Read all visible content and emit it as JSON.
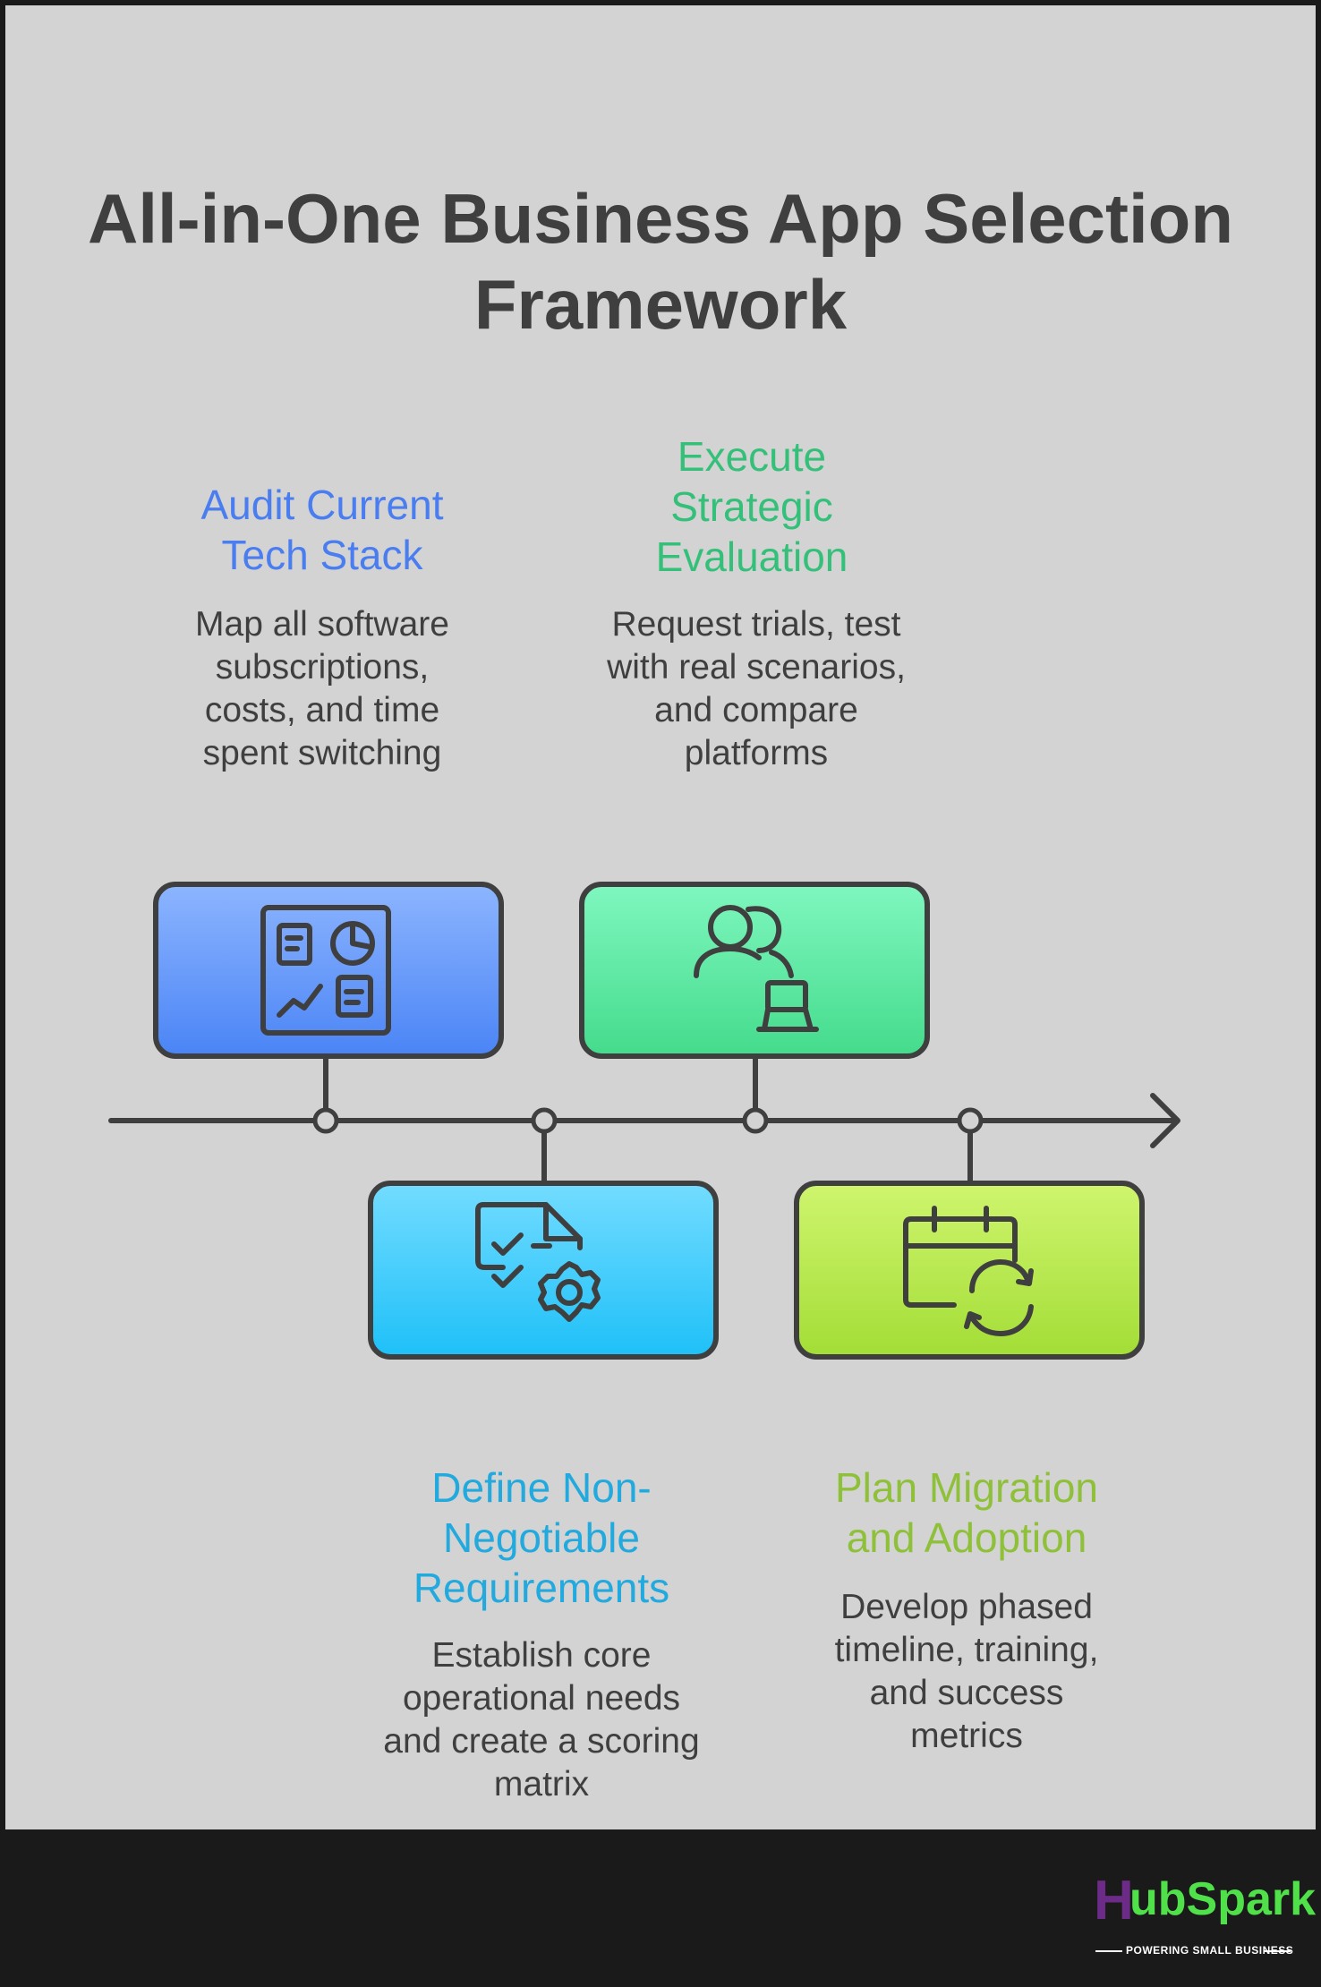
{
  "title": "All-in-One Business App Selection Framework",
  "colors": {
    "background": "#d3d3d3",
    "text": "#3f3f3f",
    "footer": "#1a1a1a",
    "step1": "#4a7ef0",
    "step2": "#22a9de",
    "step3": "#35c07a",
    "step4": "#8fc03a",
    "brand_green": "#4fe04a",
    "brand_purple": "#6b2b86"
  },
  "steps": [
    {
      "title": "Audit Current Tech Stack",
      "description": "Map all software subscriptions, costs, and time spent switching",
      "icon": "dashboard-report-icon"
    },
    {
      "title": "Define Non-Negotiable Requirements",
      "description": "Establish core operational needs and create a scoring matrix",
      "icon": "checklist-gear-icon"
    },
    {
      "title": "Execute Strategic Evaluation",
      "description": "Request trials, test with real scenarios, and compare platforms",
      "icon": "users-laptop-icon"
    },
    {
      "title": "Plan Migration and Adoption",
      "description": "Develop phased timeline, training, and success metrics",
      "icon": "calendar-refresh-icon"
    }
  ],
  "logo": {
    "initial": "H",
    "name": "ubSpark",
    "tagline": "POWERING SMALL BUSINESS"
  }
}
